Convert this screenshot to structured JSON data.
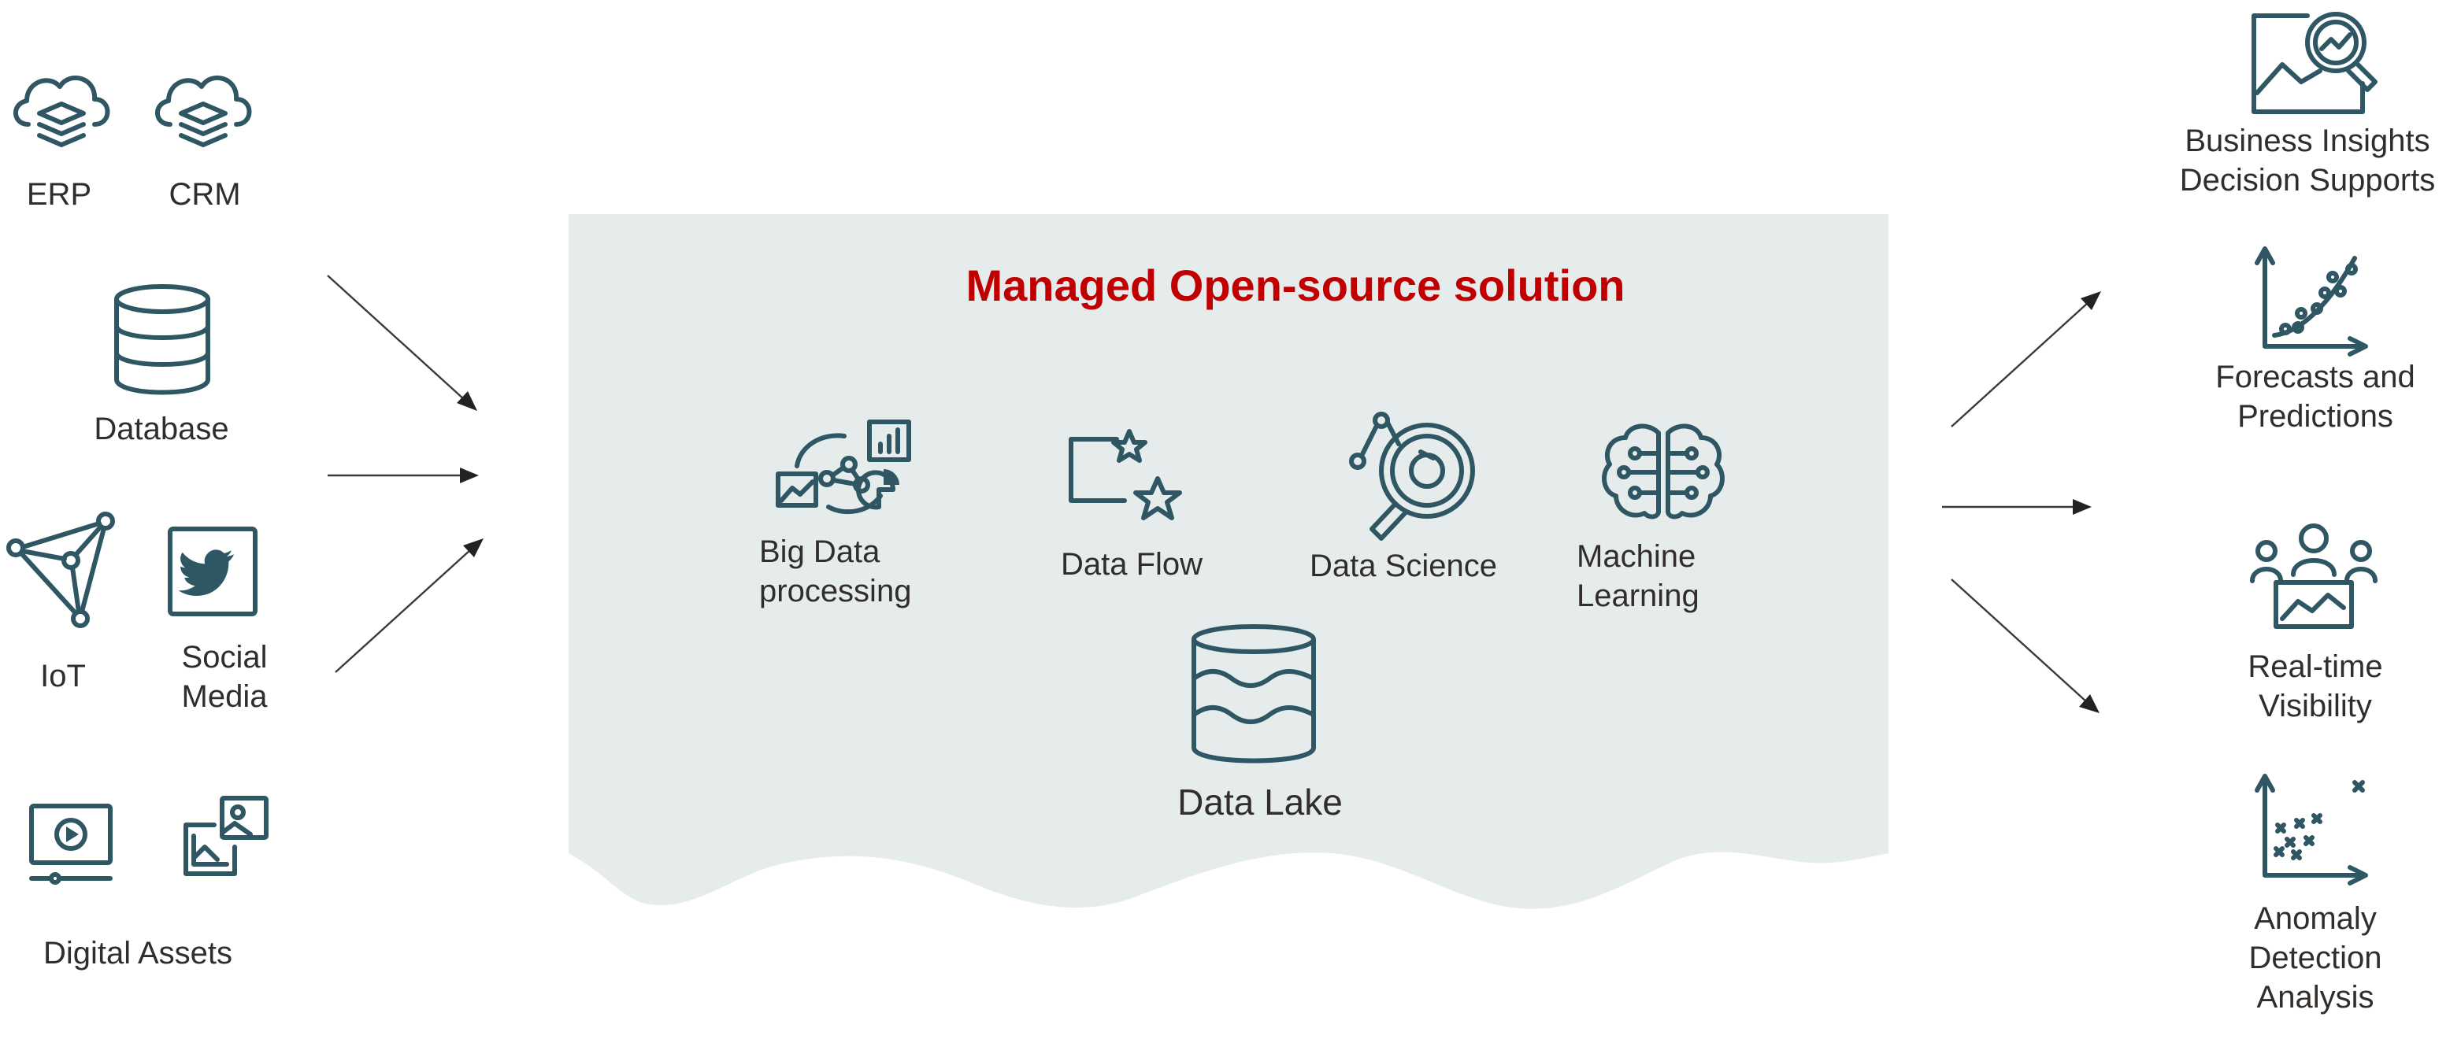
{
  "sources": {
    "erp": "ERP",
    "crm": "CRM",
    "database": "Database",
    "iot": "IoT",
    "social_media": [
      "Social",
      "Media"
    ],
    "digital_assets": "Digital Assets"
  },
  "center": {
    "title": "Managed Open-source solution",
    "title_color": "#c00000",
    "panel_color": "#e6ebeb",
    "big_data": [
      "Big Data",
      "processing"
    ],
    "data_flow": "Data Flow",
    "data_science": "Data Science",
    "machine_learning": [
      "Machine",
      "Learning"
    ],
    "data_lake": "Data Lake"
  },
  "outputs": {
    "business_insights": [
      "Business Insights",
      "Decision Supports"
    ],
    "forecasts": [
      "Forecasts and",
      "Predictions"
    ],
    "visibility": [
      "Real-time",
      "Visibility"
    ],
    "anomaly": [
      "Anomaly",
      "Detection",
      "Analysis"
    ]
  },
  "icon_color": "#2f5663"
}
